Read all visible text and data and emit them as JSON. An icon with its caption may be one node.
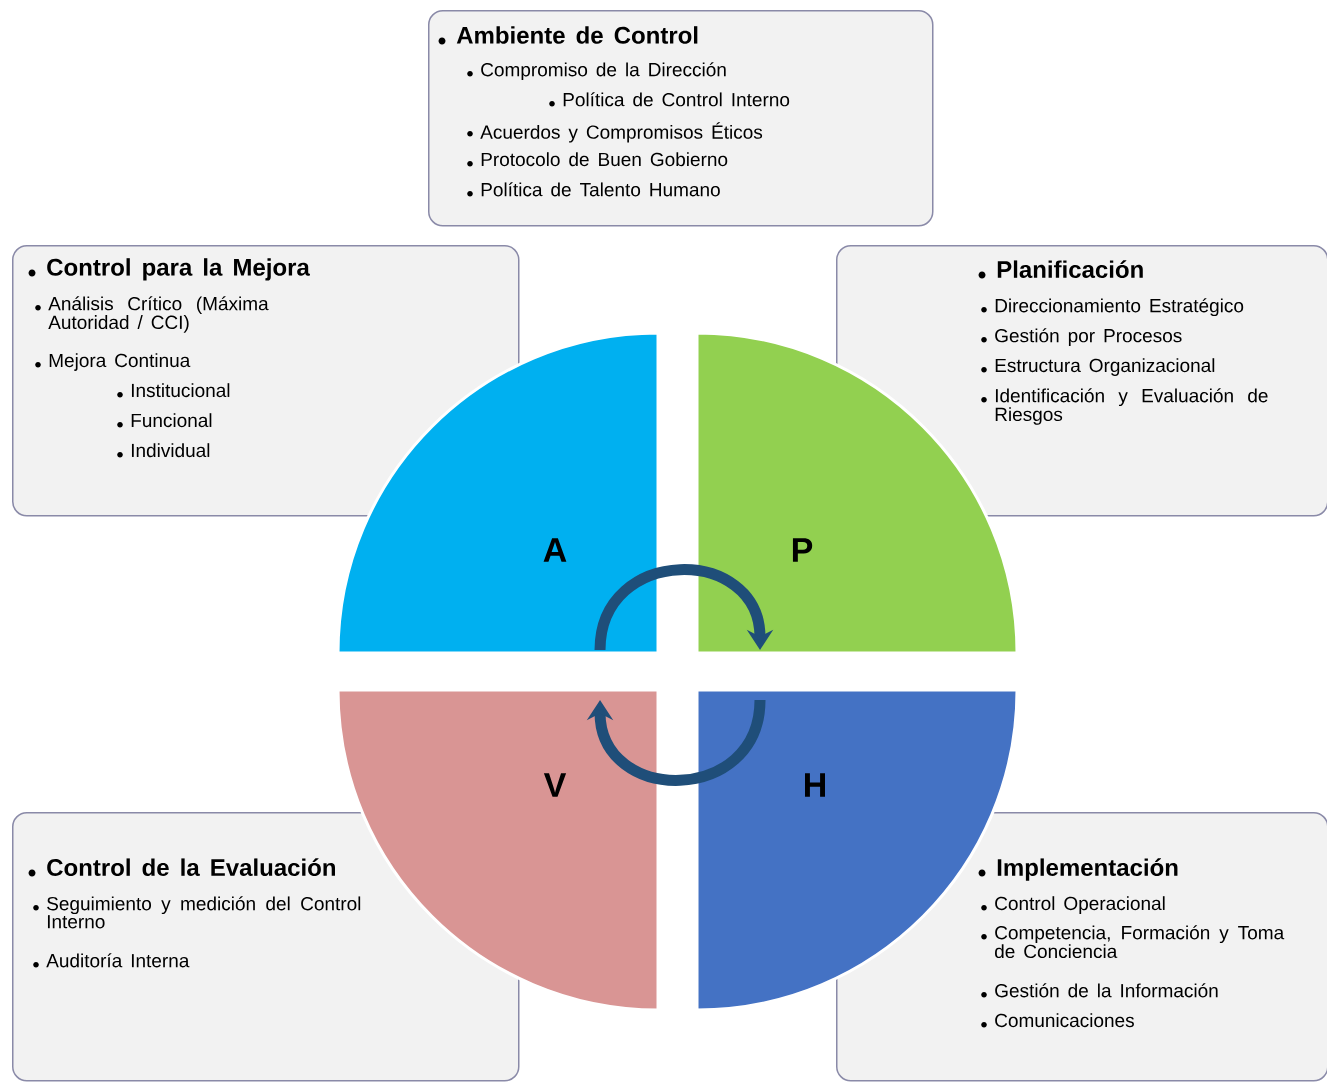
{
  "diagram": {
    "nodes": [
      {
        "text": [
          "Ambiente de Control",
          "Compromiso de la Dirección",
          "Política de Control Interno",
          "Acuerdos y Compromisos Éticos",
          "Protocolo de Buen Gobierno",
          "Política de Talento Humano"
        ]
      },
      {
        "text": [
          "Control para la Mejora",
          "Análisis Crítico (Máxima Autoridad / CCI)",
          "Mejora Continua",
          "Institucional",
          "Funcional",
          "Individual"
        ]
      },
      {
        "text": [
          "Planificación",
          "Direccionamiento Estratégico",
          "Gestión por Procesos",
          "Estructura Organizacional",
          "Identificación y Evaluación de Riesgos"
        ]
      },
      {
        "text": [
          "A"
        ]
      },
      {
        "text": [
          "P"
        ]
      },
      {
        "text": [
          "V"
        ]
      },
      {
        "text": [
          "H"
        ]
      },
      {
        "text": [
          "Control de la Evaluación",
          "Seguimiento y medición del Control Interno",
          "Auditoría Interna"
        ]
      },
      {
        "text": [
          "Implementación",
          "Control Operacional",
          "Competencia, Formación y Toma de Conciencia",
          "Gestión de la Información",
          "Comunicaciones"
        ]
      }
    ],
    "edges": [
      {
        "from": 3,
        "to": 4,
        "arrow": "to"
      },
      {
        "from": 6,
        "to": 5,
        "arrow": "to"
      }
    ]
  }
}
